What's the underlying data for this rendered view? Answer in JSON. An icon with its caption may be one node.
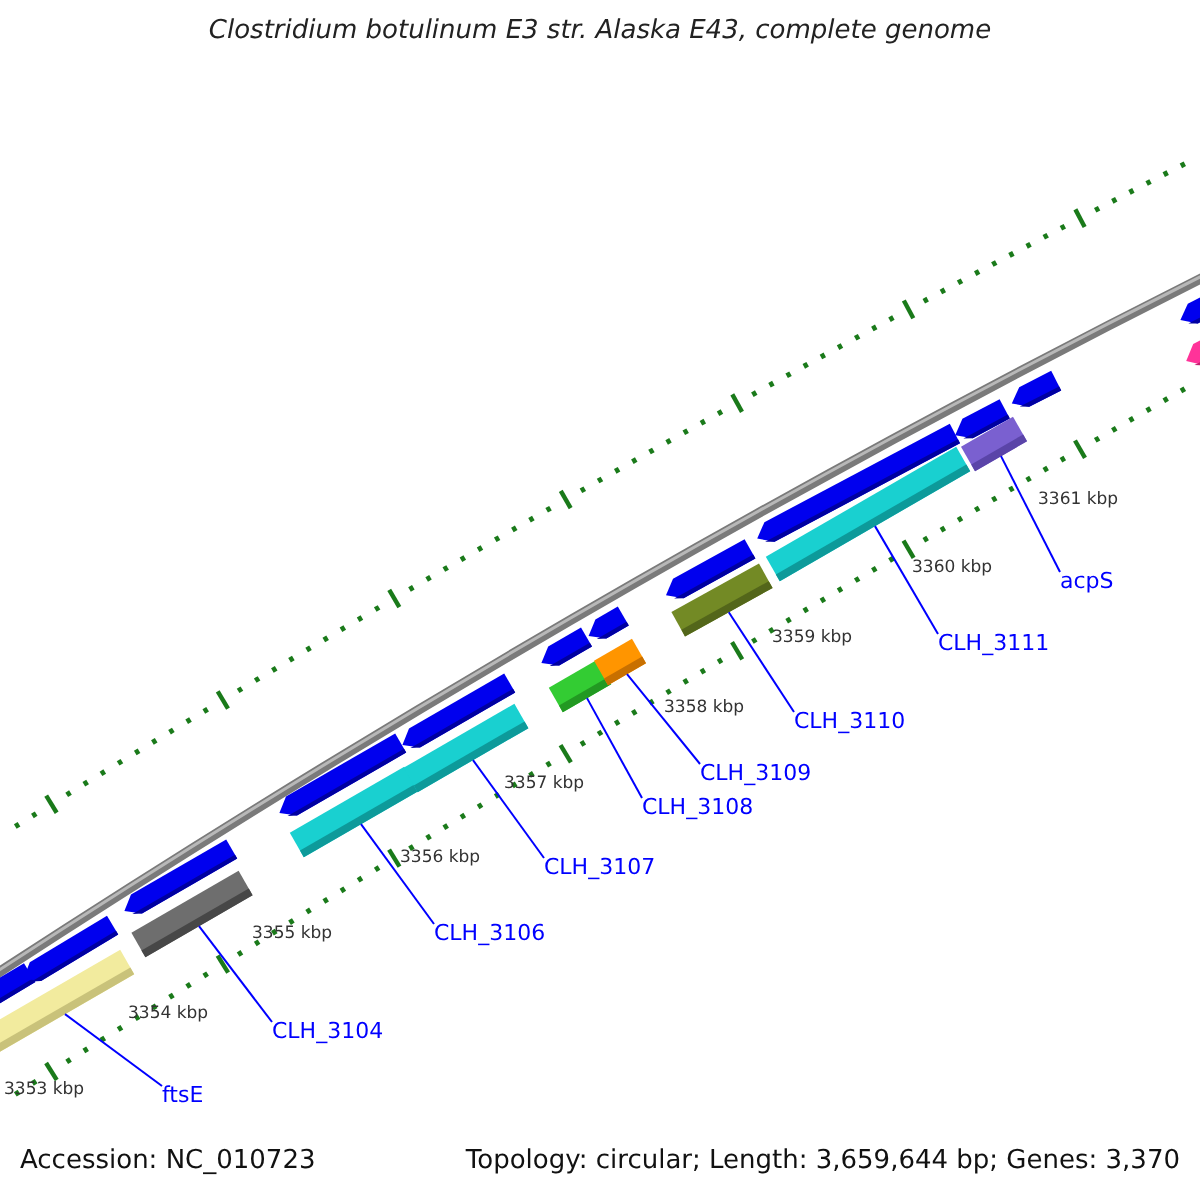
{
  "diagram": {
    "title": "Clostridium botulinum E3 str. Alaska E43, complete genome",
    "nodes": [
      {
        "text": [],
        "shape": "arrow"
      },
      {
        "text": [],
        "shape": "arrow"
      },
      {
        "text": [],
        "shape": "arrow"
      },
      {
        "text": [],
        "shape": "arrow"
      },
      {
        "text": [],
        "shape": "arrow"
      },
      {
        "text": [],
        "shape": "arrow"
      },
      {
        "text": [],
        "shape": "arrow"
      },
      {
        "text": [],
        "shape": "arrow"
      },
      {
        "text": [],
        "shape": "arrow"
      },
      {
        "text": [],
        "shape": "arrow"
      },
      {
        "text": [],
        "shape": "arrow"
      },
      {
        "text": [],
        "shape": "arrow"
      },
      {
        "text": [],
        "shape": "arrow"
      },
      {
        "text": [],
        "shape": "bar"
      },
      {
        "text": [],
        "shape": "bar"
      },
      {
        "text": [],
        "shape": "bar"
      },
      {
        "text": [],
        "shape": "bar"
      },
      {
        "text": [],
        "shape": "bar"
      },
      {
        "text": [],
        "shape": "bar"
      },
      {
        "text": [],
        "shape": "bar"
      },
      {
        "text": [],
        "shape": "bar"
      },
      {
        "text": [],
        "shape": "bar"
      },
      {
        "text": [
          "ftsE"
        ]
      },
      {
        "text": [
          "CLH_3104"
        ]
      },
      {
        "text": [
          "CLH_3106"
        ]
      },
      {
        "text": [
          "CLH_3107"
        ]
      },
      {
        "text": [
          "CLH_3108"
        ]
      },
      {
        "text": [
          "CLH_3109"
        ]
      },
      {
        "text": [
          "CLH_3110"
        ]
      },
      {
        "text": [
          "CLH_3111"
        ]
      },
      {
        "text": [
          "acpS"
        ]
      }
    ],
    "edges": [
      {
        "from": 22,
        "to": 13,
        "arrow": "none"
      },
      {
        "from": 23,
        "to": 14,
        "arrow": "none"
      },
      {
        "from": 24,
        "to": 15,
        "arrow": "none"
      },
      {
        "from": 25,
        "to": 16,
        "arrow": "none"
      },
      {
        "from": 26,
        "to": 17,
        "arrow": "none"
      },
      {
        "from": 27,
        "to": 18,
        "arrow": "none"
      },
      {
        "from": 28,
        "to": 19,
        "arrow": "none"
      },
      {
        "from": 29,
        "to": 20,
        "arrow": "none"
      },
      {
        "from": 30,
        "to": 21,
        "arrow": "none"
      }
    ],
    "labels": [
      "3353 kbp",
      "3354 kbp",
      "3355 kbp",
      "3356 kbp",
      "3357 kbp",
      "3358 kbp",
      "3359 kbp",
      "3360 kbp",
      "3361 kbp",
      "Accession: NC_010723",
      "Topology: circular; Length: 3,659,644 bp; Genes: 3,370"
    ]
  }
}
